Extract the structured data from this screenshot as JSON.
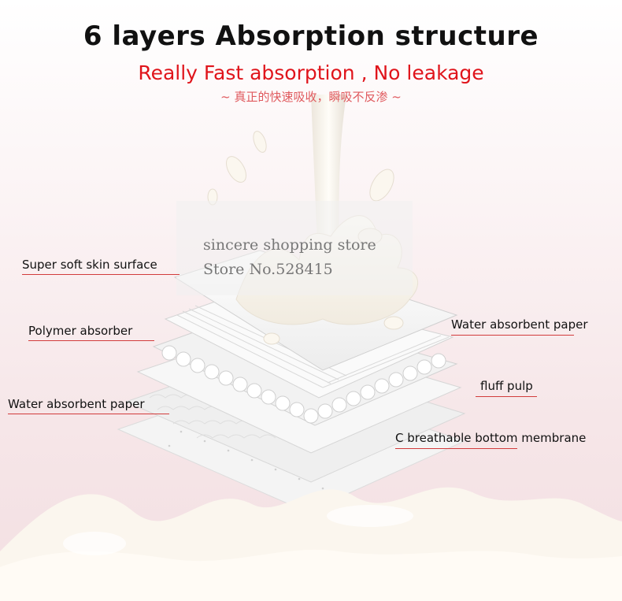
{
  "header": {
    "title": "6 layers Absorption structure",
    "subtitle": "Really Fast absorption , No leakage",
    "subtitle_cn": "~ 真正的快速吸收，瞬吸不反渗 ~"
  },
  "watermark": {
    "line1": "sincere shopping store",
    "line2": "Store No.528415"
  },
  "layers": [
    {
      "label": "Super soft skin surface"
    },
    {
      "label": "Polymer absorber"
    },
    {
      "label": "Water absorbent paper"
    },
    {
      "label": "Water absorbent paper"
    },
    {
      "label": "fluff pulp"
    },
    {
      "label": "C breathable bottom membrane"
    }
  ],
  "colors": {
    "title": "#111111",
    "subtitle": "#e0141b",
    "subtitle_cn": "#e05a5e",
    "leader": "#d23c3c",
    "milk": "#fbf7ef"
  }
}
